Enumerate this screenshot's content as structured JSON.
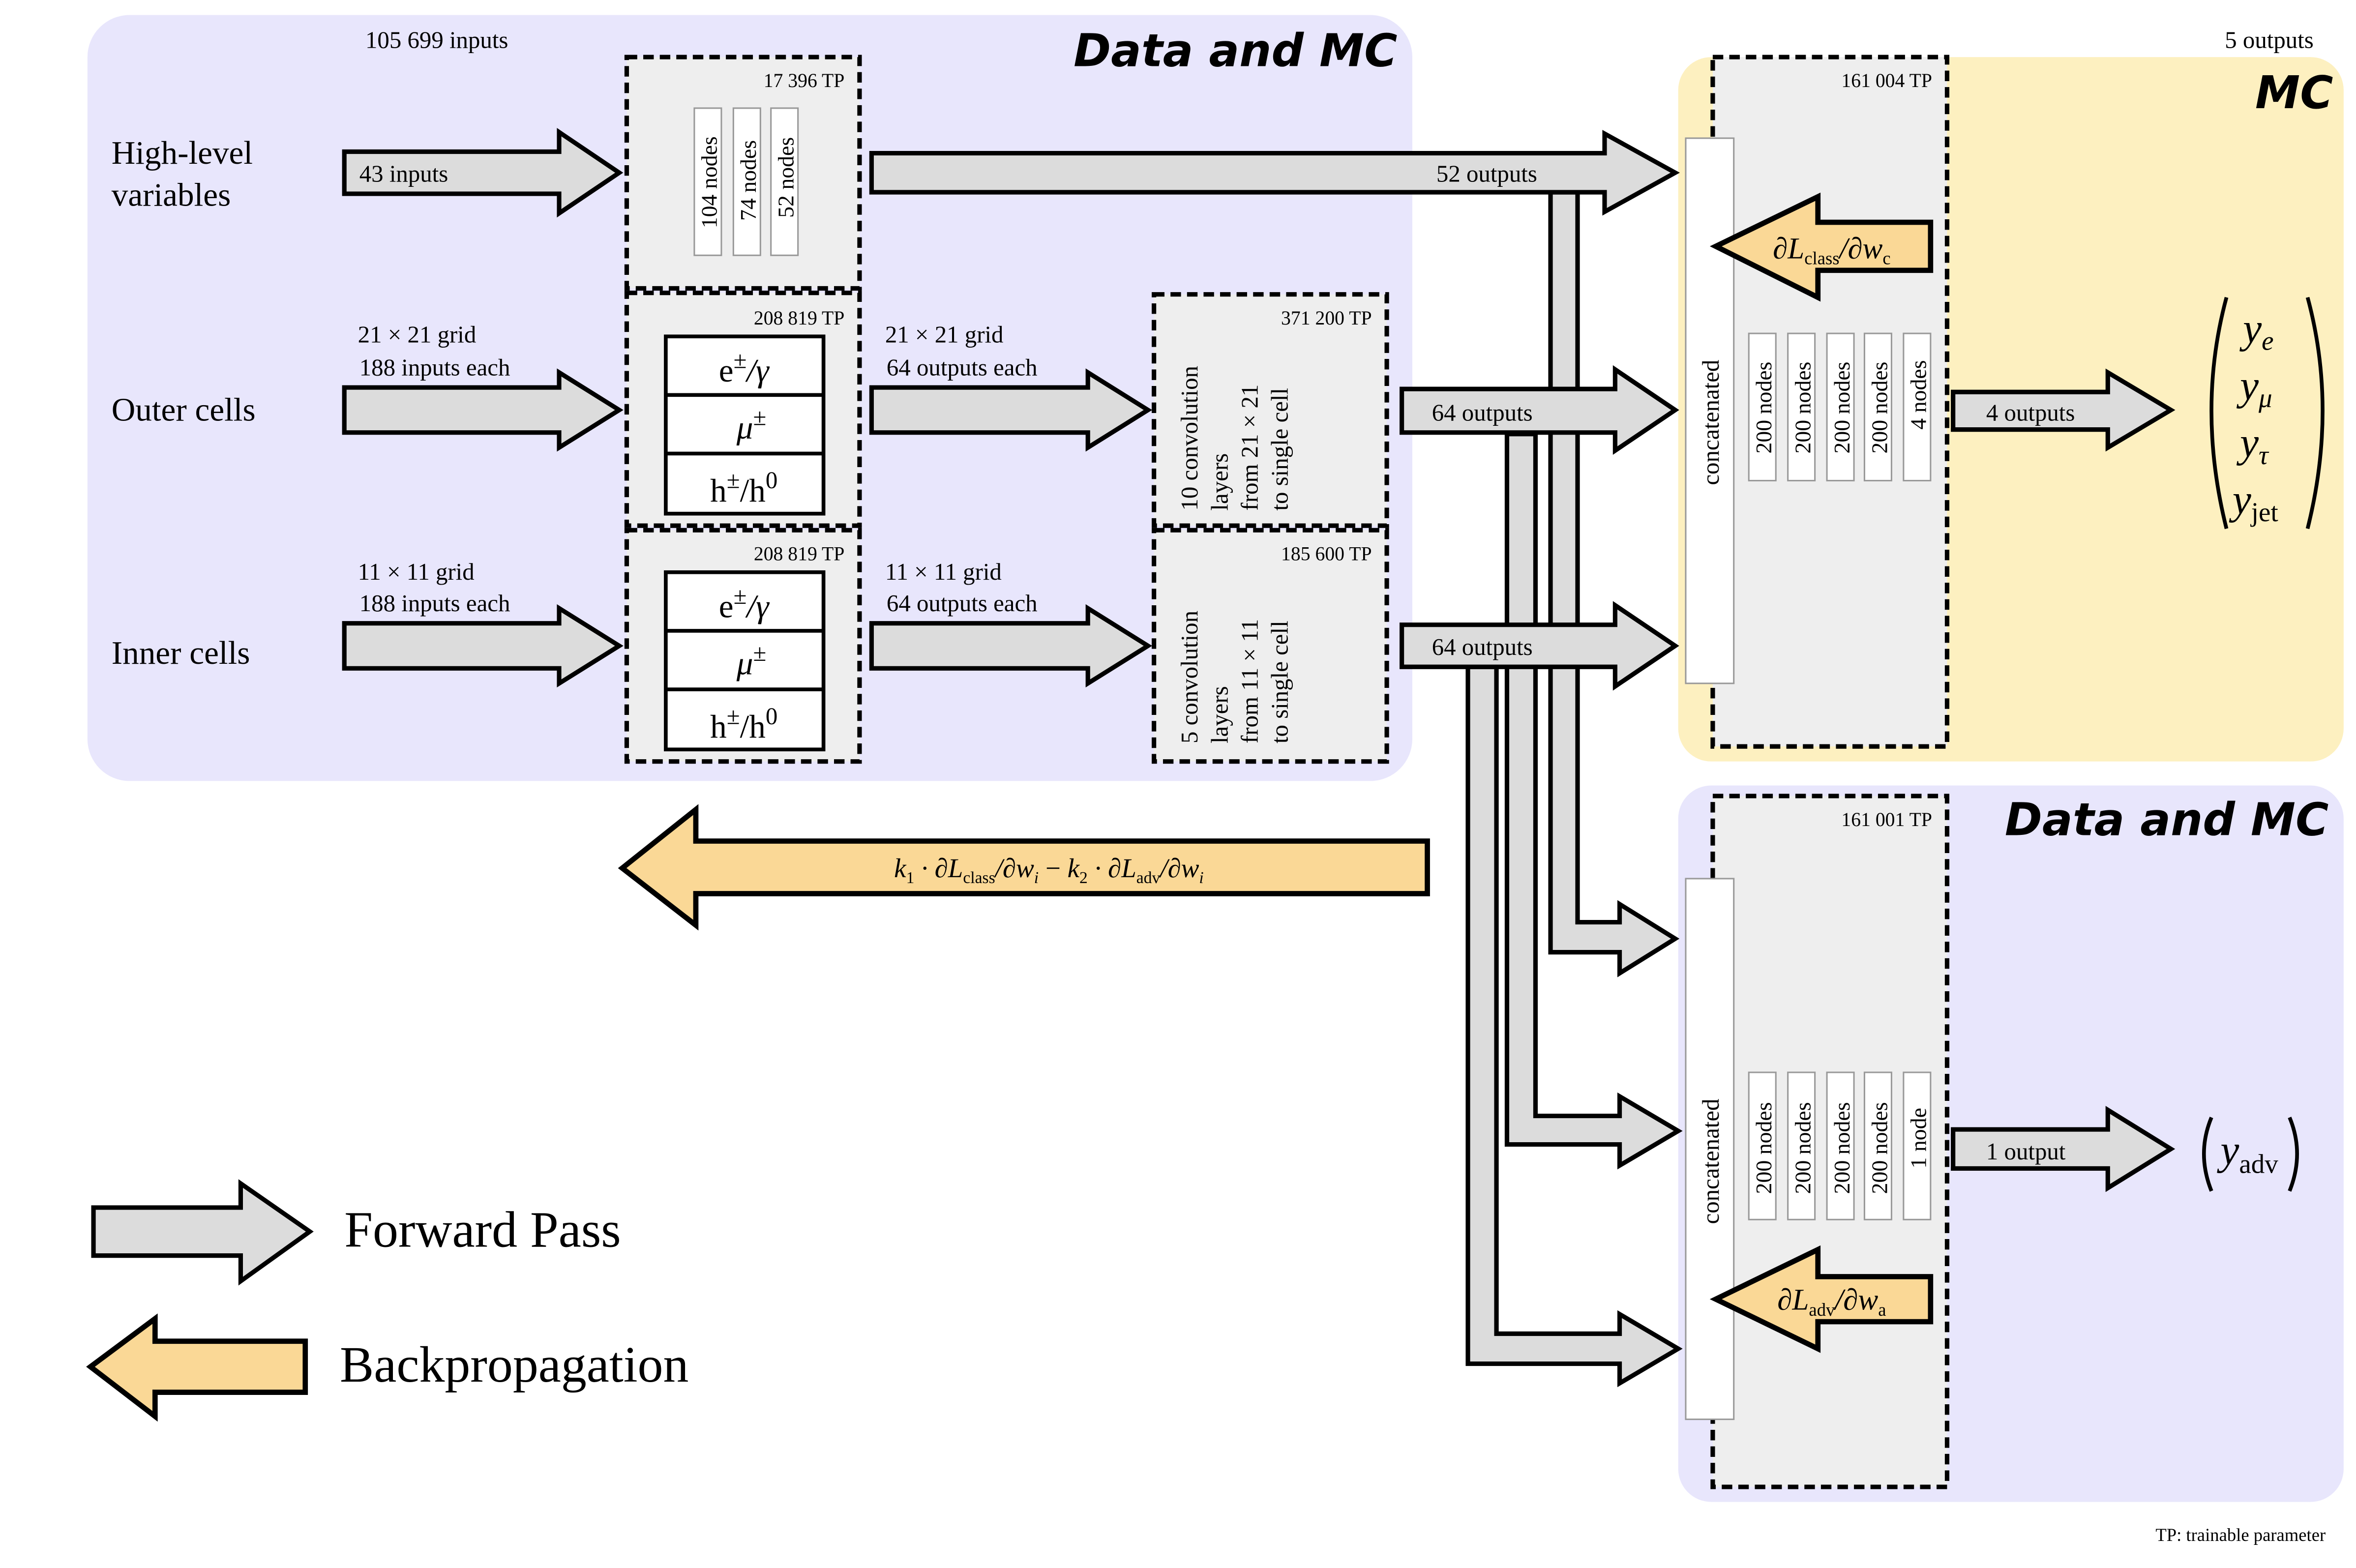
{
  "colors": {
    "data_mc_panel": "#e8e6fc",
    "mc_panel": "#fdf0c0",
    "forward_arrow": "#dcdcdc",
    "backprop_arrow": "#fad896",
    "layer_box": "#eeeeee"
  },
  "panels": {
    "top_left": "Data and MC",
    "top_right": "MC",
    "bottom_right": "Data and MC"
  },
  "inputs": {
    "total": "105 699 inputs",
    "high_level": {
      "label_line1": "High-level",
      "label_line2": "variables",
      "arrow": "43 inputs"
    },
    "outer": {
      "label": "Outer cells",
      "line1": "21 × 21 grid",
      "line2": "188 inputs each"
    },
    "inner": {
      "label": "Inner cells",
      "line1": "11 × 11 grid",
      "line2": "188 inputs each"
    }
  },
  "high_level_block": {
    "tp": "17 396 TP",
    "layers": [
      "104 nodes",
      "74 nodes",
      "52 nodes"
    ],
    "output": "52 outputs"
  },
  "embedding": {
    "outer_tp": "208 819 TP",
    "inner_tp": "208 819 TP",
    "rows": [
      {
        "base": "e",
        "sup": "±",
        "rest": "/γ"
      },
      {
        "base": "μ",
        "sup": "±",
        "rest": ""
      },
      {
        "base": "h",
        "sup": "±",
        "rest": "/h",
        "sup2": "0"
      }
    ]
  },
  "outer_conv": {
    "arrow_line1": "21 × 21 grid",
    "arrow_line2": "64 outputs each",
    "tp": "371 200 TP",
    "text": [
      "10 convolution",
      "layers",
      "from   21 × 21",
      "to single cell"
    ],
    "output": "64 outputs"
  },
  "inner_conv": {
    "arrow_line1": "11 × 11 grid",
    "arrow_line2": "64 outputs each",
    "tp": "185 600 TP",
    "text": [
      "5 convolution",
      "layers",
      "from   11 × 11",
      "to single cell"
    ],
    "output": "64 outputs"
  },
  "classifier": {
    "tp": "161 004 TP",
    "concat": "concatenated",
    "layers": [
      "200 nodes",
      "200 nodes",
      "200 nodes",
      "200 nodes",
      "4 nodes"
    ],
    "output": "4 outputs",
    "total_outputs": "5 outputs",
    "grad": {
      "a": "∂L",
      "sub": "class",
      "b": "/∂w",
      "sub2": "c"
    },
    "y": [
      {
        "v": "y",
        "s": "e"
      },
      {
        "v": "y",
        "s": "μ"
      },
      {
        "v": "y",
        "s": "τ"
      },
      {
        "v": "y",
        "s": "jet"
      }
    ]
  },
  "adversary": {
    "tp": "161 001 TP",
    "concat": "concatenated",
    "layers": [
      "200 nodes",
      "200 nodes",
      "200 nodes",
      "200 nodes",
      "1 node"
    ],
    "output": "1 output",
    "grad": {
      "a": "∂L",
      "sub": "adv",
      "b": "/∂w",
      "sub2": "a"
    },
    "y": {
      "v": "y",
      "s": "adv"
    }
  },
  "backprop": {
    "k1": "k",
    "k1s": "1",
    "p1": " · ∂L",
    "p1s": "class",
    "p2": "/∂w",
    "p2s": "i",
    "m": " − ",
    "k2": "k",
    "k2s": "2",
    "p3": " · ∂L",
    "p3s": "adv",
    "p4": "/∂w",
    "p4s": "i"
  },
  "legend": {
    "forward": "Forward Pass",
    "backward": "Backpropagation"
  },
  "footnote": "TP: trainable parameter"
}
